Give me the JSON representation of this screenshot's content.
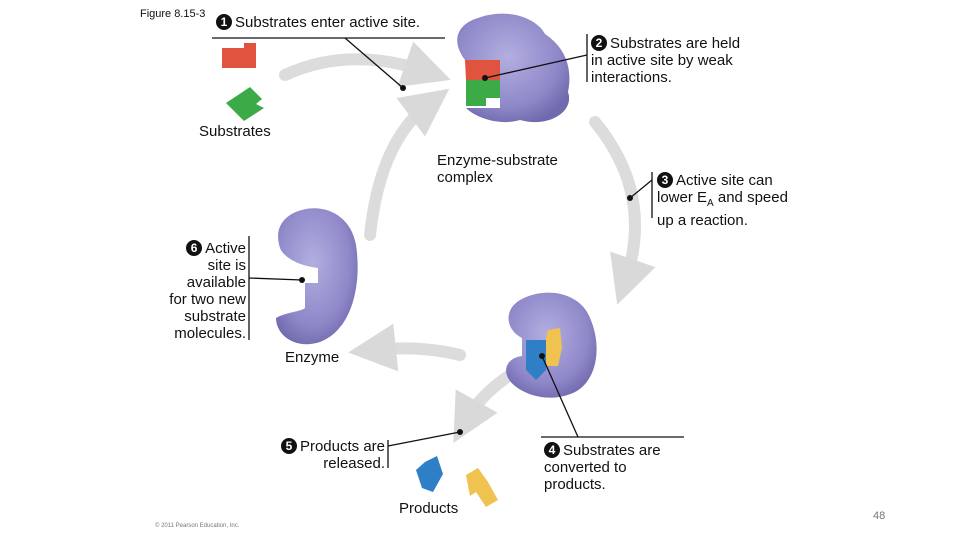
{
  "figure_label": "Figure 8.15-3",
  "page_number": "48",
  "credit": "© 2011 Pearson Education, Inc.",
  "colors": {
    "enzyme": "#8e88c9",
    "substrate_red": "#e0533f",
    "substrate_green": "#3daa48",
    "product_blue": "#2f7fc6",
    "product_yellow": "#f0c24f",
    "arrow": "#d9d9d9"
  },
  "steps": [
    {
      "num": "1",
      "lines": [
        "Substrates enter active site."
      ]
    },
    {
      "num": "2",
      "lines": [
        "Substrates are held",
        "in active site by weak",
        "interactions."
      ]
    },
    {
      "num": "3",
      "lines": [
        "Active site can",
        "lower E",
        "and speed",
        "up a reaction."
      ],
      "subscript": "A"
    },
    {
      "num": "4",
      "lines": [
        "Substrates are",
        "converted to",
        "products."
      ]
    },
    {
      "num": "5",
      "lines": [
        "Products are",
        "released."
      ]
    },
    {
      "num": "6",
      "lines": [
        "Active",
        "site is",
        "available",
        "for two new",
        "substrate",
        "molecules."
      ]
    }
  ],
  "labels": {
    "substrates": "Substrates",
    "complex": [
      "Enzyme-substrate",
      "complex"
    ],
    "enzyme": "Enzyme",
    "products": "Products"
  }
}
